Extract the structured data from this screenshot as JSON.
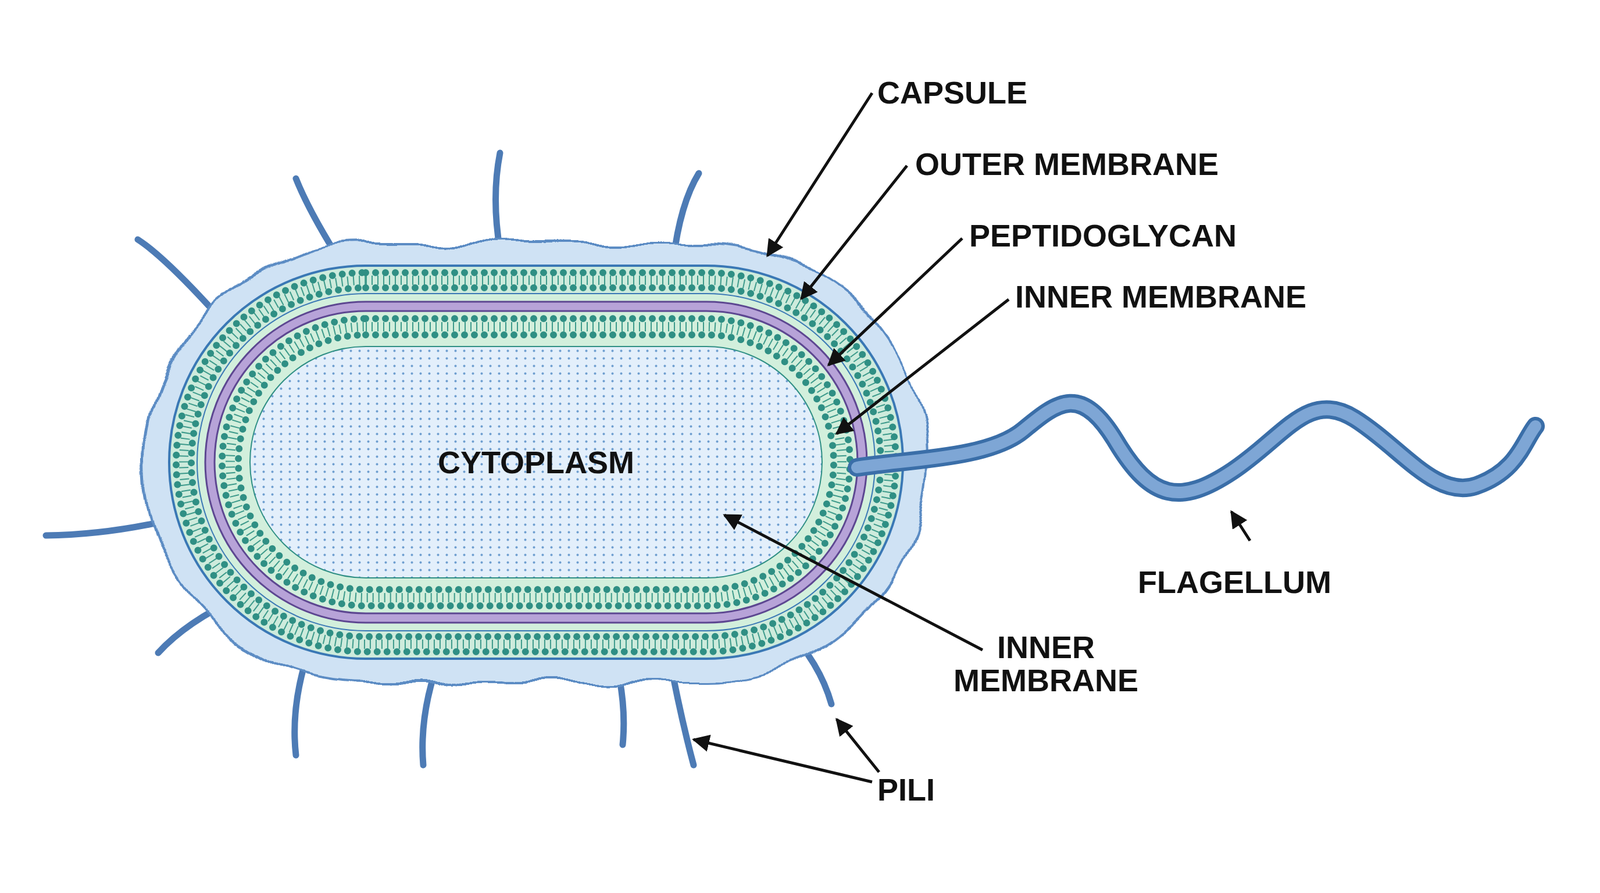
{
  "diagram": {
    "nodes": [
      {
        "text": [
          "CYTOPLASM"
        ]
      }
    ],
    "labels": [
      "CAPSULE",
      "OUTER MEMBRANE",
      "PEPTIDOGLYCAN",
      "INNER MEMBRANE",
      "INNER MEMBRANE",
      "FLAGELLUM",
      "PILI"
    ]
  }
}
